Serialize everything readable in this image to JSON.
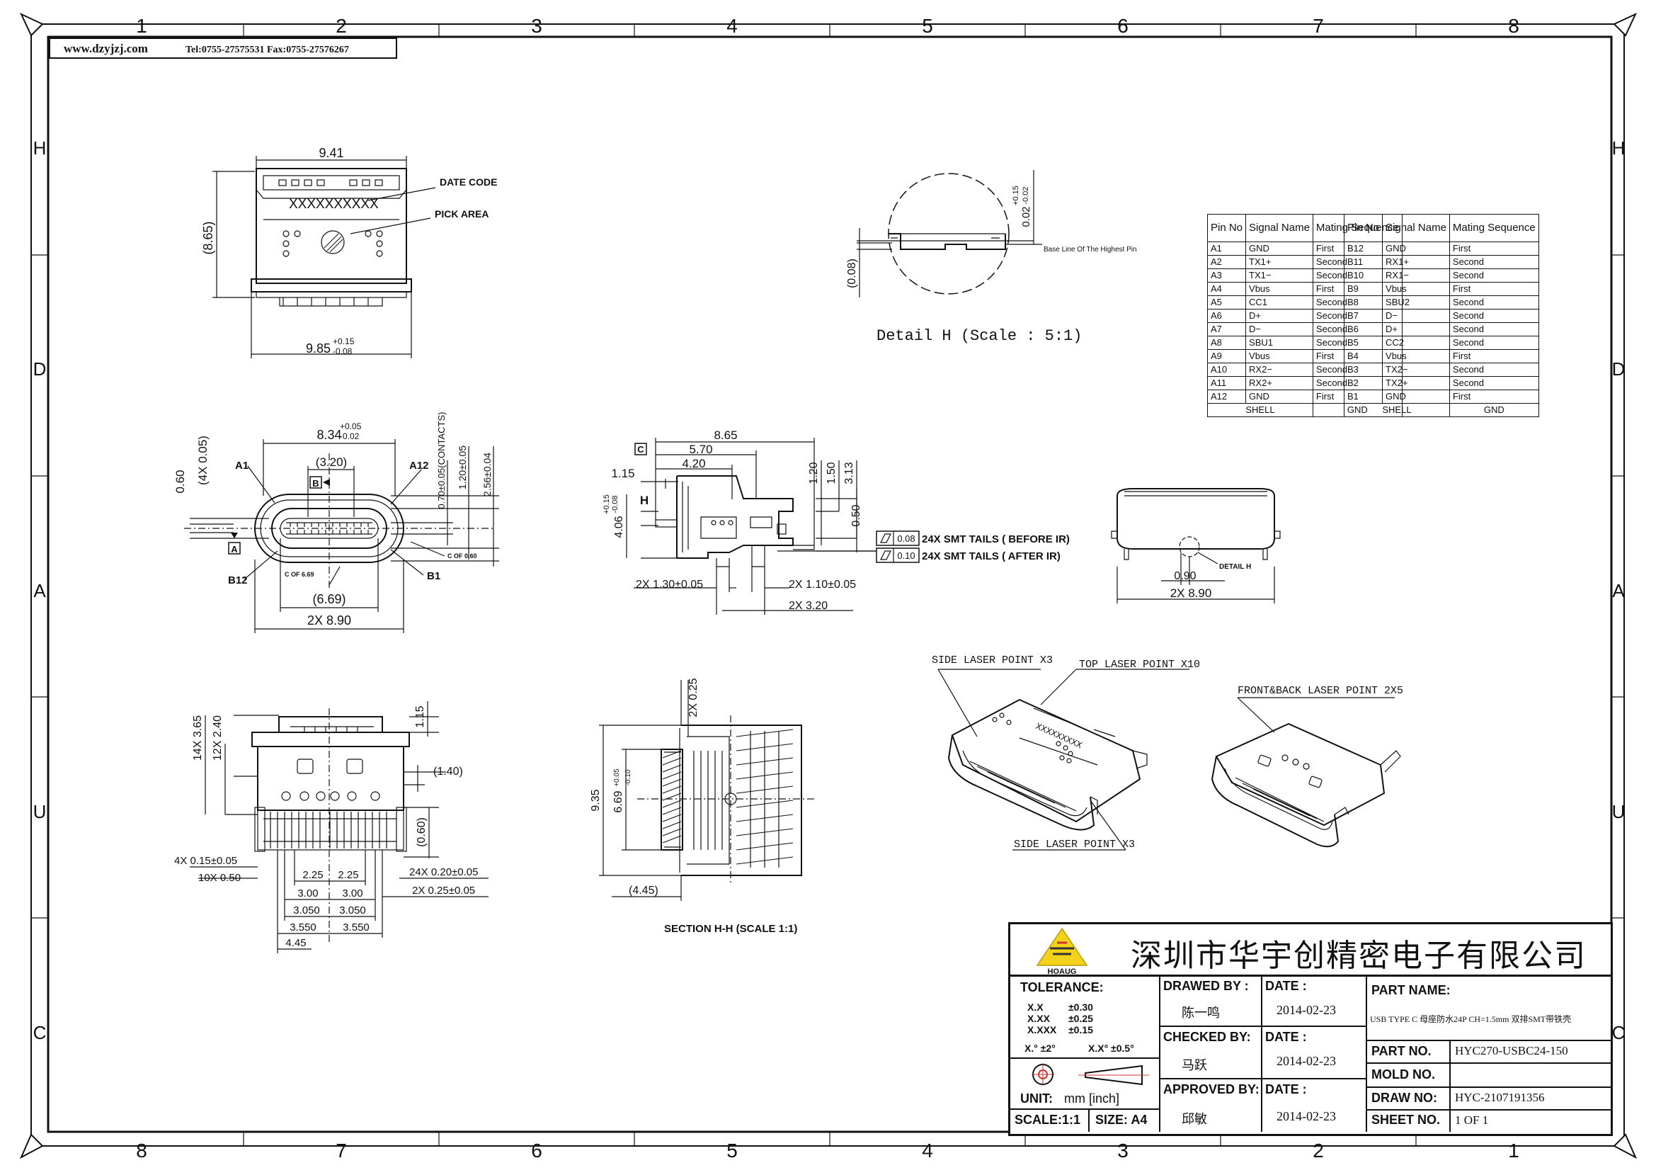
{
  "header": {
    "website": "www.dzyjzj.com",
    "contact": "Tel:0755-27575531 Fax:0755-27576267"
  },
  "border": {
    "top_numbers": [
      "1",
      "2",
      "3",
      "4",
      "5",
      "6",
      "7",
      "8"
    ],
    "bottom_numbers": [
      "8",
      "7",
      "6",
      "5",
      "4",
      "3",
      "2",
      "1"
    ],
    "side_letters": [
      "H",
      "D",
      "A",
      "U",
      "C"
    ]
  },
  "top_view": {
    "width_dim": "9.41",
    "height_dim": "(8.65)",
    "date_code_label": "DATE CODE",
    "date_code_text": "XXXXXXXXXX",
    "pick_area_label": "PICK AREA",
    "bottom_dim": "9.85",
    "bottom_tol_plus": "+0.15",
    "bottom_tol_minus": "-0.08"
  },
  "detail_h": {
    "title": "Detail H (Scale : 5:1)",
    "dim_left": "(0.08)",
    "dim_right": "0.02",
    "tol_plus": "+0.15",
    "tol_minus": "-0.02",
    "baseline_note": "Base Line Of The Highest Pin"
  },
  "front_view": {
    "width_dim": "8.34",
    "width_tol_plus": "+0.05",
    "width_tol_minus": "-0.02",
    "inner_dim": "(3.20)",
    "label_a1": "A1",
    "label_a12": "A12",
    "label_b12": "B12",
    "label_b1": "B1",
    "datum_b": "B",
    "datum_a": "A",
    "left_dim_1": "0.60",
    "left_dim_2": "(4X 0.05)",
    "right_dim_1": "0.70±0.05(CONTACTS)",
    "right_dim_2": "1.20±0.05",
    "right_dim_3": "2.56±0.04",
    "note_cl1": "C OF 6.69",
    "note_cl2": "C OF 0.60",
    "bottom_dim_1": "(6.69)",
    "bottom_dim_2": "2X 8.90"
  },
  "side_view": {
    "datum_c": "C",
    "dim_top": "8.65",
    "dim_570": "5.70",
    "dim_420": "4.20",
    "dim_115": "1.15",
    "dim_h": "H",
    "dim_406": "4.06",
    "tol_406_plus": "+0.15",
    "tol_406_minus": "-0.08",
    "dim_120": "1.20",
    "dim_150": "1.50",
    "dim_313": "3.13",
    "dim_050": "0.50",
    "flatness_1": "0.08",
    "flatness_2": "0.10",
    "tails_note_1": "24X SMT TAILS ( BEFORE IR)",
    "tails_note_2": "24X SMT TAILS ( AFTER IR)",
    "dim_bottom_left": "2X 1.30±0.05",
    "dim_bottom_right": "2X 1.10±0.05",
    "dim_bottom_320": "2X 3.20"
  },
  "end_view": {
    "detail_label": "DETAIL H",
    "dim_090": "0.90",
    "dim_890": "2X 8.90"
  },
  "pin_table": {
    "headers": [
      "Pin No",
      "Signal Name",
      "Mating Sequence"
    ],
    "left": [
      [
        "A1",
        "GND",
        "First"
      ],
      [
        "A2",
        "TX1+",
        "Second"
      ],
      [
        "A3",
        "TX1−",
        "Second"
      ],
      [
        "A4",
        "Vbus",
        "First"
      ],
      [
        "A5",
        "CC1",
        "Second"
      ],
      [
        "A6",
        "D+",
        "Second"
      ],
      [
        "A7",
        "D−",
        "Second"
      ],
      [
        "A8",
        "SBU1",
        "Second"
      ],
      [
        "A9",
        "Vbus",
        "First"
      ],
      [
        "A10",
        "RX2−",
        "Second"
      ],
      [
        "A11",
        "RX2+",
        "Second"
      ],
      [
        "A12",
        "GND",
        "First"
      ]
    ],
    "right": [
      [
        "B12",
        "GND",
        "First"
      ],
      [
        "B11",
        "RX1+",
        "Second"
      ],
      [
        "B10",
        "RX1−",
        "Second"
      ],
      [
        "B9",
        "Vbus",
        "First"
      ],
      [
        "B8",
        "SBU2",
        "Second"
      ],
      [
        "B7",
        "D−",
        "Second"
      ],
      [
        "B6",
        "D+",
        "Second"
      ],
      [
        "B5",
        "CC2",
        "Second"
      ],
      [
        "B4",
        "Vbus",
        "First"
      ],
      [
        "B3",
        "TX2−",
        "Second"
      ],
      [
        "B2",
        "TX2+",
        "Second"
      ],
      [
        "B1",
        "GND",
        "First"
      ]
    ],
    "shell_left": [
      "SHELL",
      "GND"
    ],
    "shell_right": [
      "SHELL",
      "GND"
    ]
  },
  "footprint": {
    "dim_365": "14X 3.65",
    "dim_240": "12X 2.40",
    "dim_115": "1.15",
    "dim_140": "(1.40)",
    "dim_060": "(0.60)",
    "dim_4x015": "4X 0.15±0.05",
    "dim_10x050": "10X 0.50",
    "dim_225a": "2.25",
    "dim_225b": "2.25",
    "dim_300a": "3.00",
    "dim_300b": "3.00",
    "dim_3050a": "3.050",
    "dim_3050b": "3.050",
    "dim_3550a": "3.550",
    "dim_3550b": "3.550",
    "dim_445": "4.45",
    "dim_24x020": "24X 0.20±0.05",
    "dim_2x025": "2X 0.25±0.05"
  },
  "section_hh": {
    "dim_025": "2X 0.25",
    "dim_935": "9.35",
    "dim_669": "6.69",
    "tol_669_plus": "+0.05",
    "tol_669_minus": "-0.10",
    "dim_445": "(4.45)",
    "title": "SECTION H-H (SCALE 1:1)"
  },
  "iso_notes": {
    "side_laser_1": "SIDE LASER POINT X3",
    "top_laser": "TOP LASER POINT X10",
    "side_laser_2": "SIDE LASER POINT X3",
    "front_back": "FRONT&BACK LASER POINT 2X5",
    "iso_code": "XXXXXXXXX"
  },
  "title_block": {
    "company": "深圳市华宇创精密电子有限公司",
    "logo_text": "HOAUG",
    "tolerance_label": "TOLERANCE:",
    "tol_rows": [
      [
        "X.X",
        "±0.30"
      ],
      [
        "X.XX",
        "±0.25"
      ],
      [
        "X.XXX",
        "±0.15"
      ]
    ],
    "angle_1": "X.° ±2°",
    "angle_2": "X.X° ±0.5°",
    "unit_label": "UNIT:",
    "unit_value": "mm [inch]",
    "scale_label": "SCALE:1:1",
    "size_label": "SIZE: A4",
    "drawn_by_label": "DRAWED BY :",
    "drawn_by": "陈一鸣",
    "checked_by_label": "CHECKED BY:",
    "checked_by": "马跃",
    "approved_by_label": "APPROVED BY:",
    "approved_by": "邱敏",
    "date_label": "DATE :",
    "date_1": "2014-02-23",
    "date_2": "2014-02-23",
    "date_3": "2014-02-23",
    "part_name_label": "PART NAME:",
    "part_name": "USB TYPE C 母座防水24P CH=1.5mm 双排SMT带铁壳",
    "part_no_label": "PART NO.",
    "part_no": "HYC270-USBC24-150",
    "mold_no_label": "MOLD NO.",
    "mold_no": "",
    "draw_no_label": "DRAW NO:",
    "draw_no": "HYC-2107191356",
    "sheet_no_label": "SHEET NO.",
    "sheet_no": "1 OF 1"
  }
}
